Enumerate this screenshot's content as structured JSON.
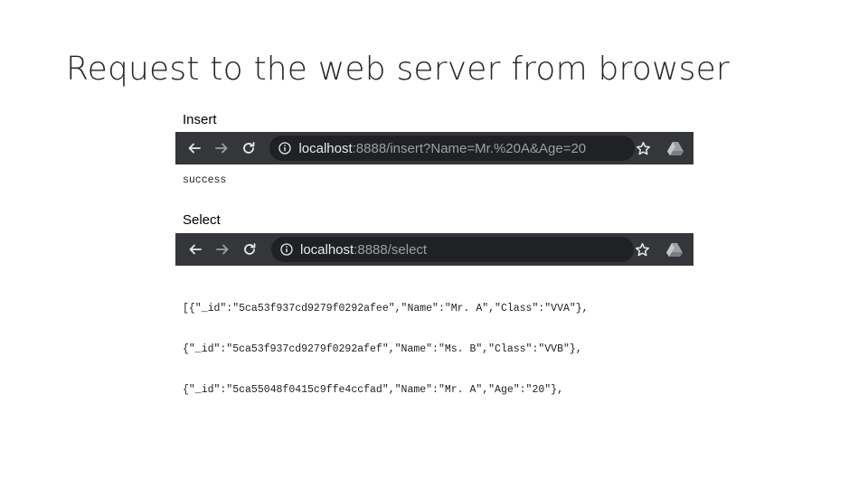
{
  "slide": {
    "title": "Request to the web server from browser"
  },
  "insert": {
    "label": "Insert",
    "url_host": "localhost",
    "url_rest": ":8888/insert?Name=Mr.%20A&Age=20",
    "output": "success"
  },
  "select": {
    "label": "Select",
    "url_host": "localhost",
    "url_rest": ":8888/select",
    "output_lines": [
      "[{\"_id\":\"5ca53f937cd9279f0292afee\",\"Name\":\"Mr. A\",\"Class\":\"VVA\"},",
      "{\"_id\":\"5ca53f937cd9279f0292afef\",\"Name\":\"Ms. B\",\"Class\":\"VVB\"},",
      "{\"_id\":\"5ca55048f0415c9ffe4ccfad\",\"Name\":\"Mr. A\",\"Age\":\"20\"},"
    ]
  },
  "icons": {
    "back": "arrow-left-icon",
    "forward": "arrow-right-icon",
    "reload": "reload-icon",
    "info": "info-circle-icon",
    "bookmark": "star-icon",
    "extension": "drive-icon"
  },
  "colors": {
    "toolbar": "#35363a",
    "omnibox": "#202124",
    "host_text": "#e8eaed",
    "path_text": "#9aa0a6"
  }
}
